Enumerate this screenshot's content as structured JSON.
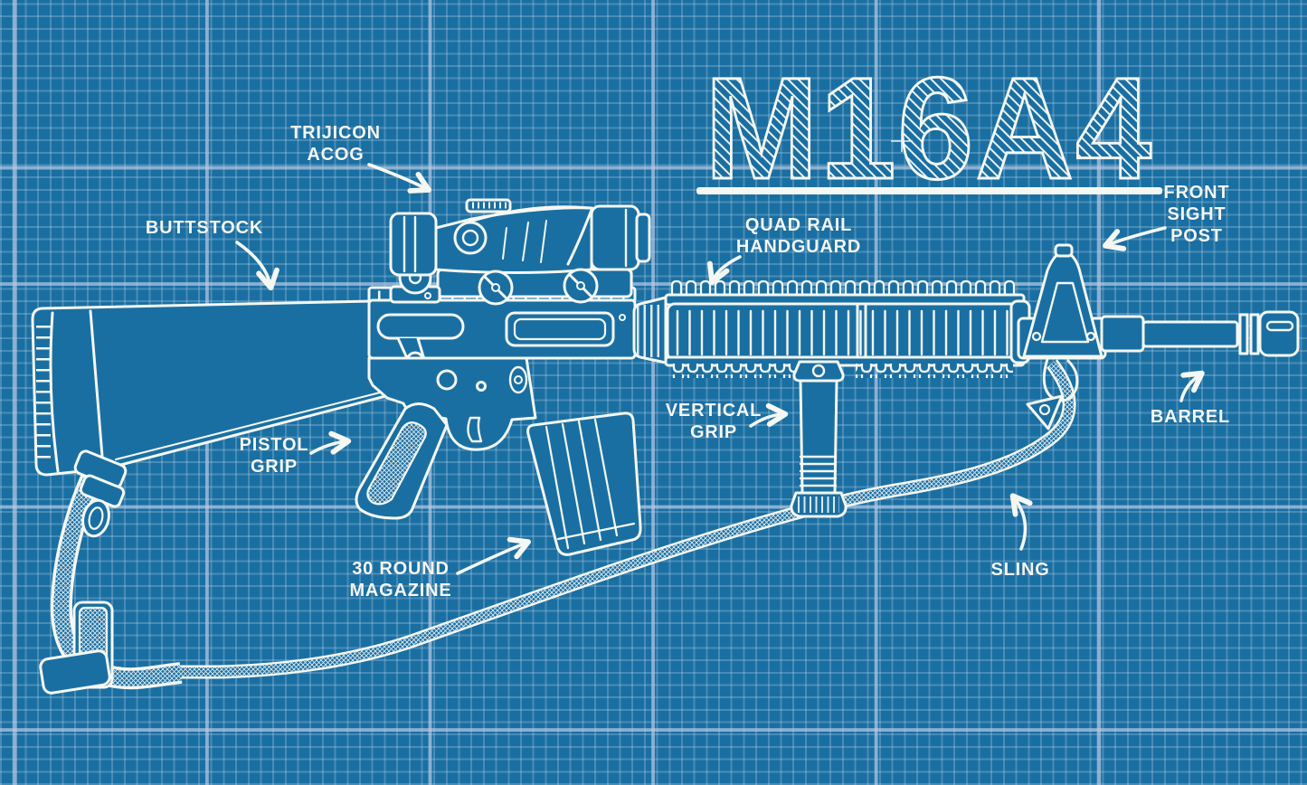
{
  "title": {
    "text": "M16A4"
  },
  "labels": {
    "trijicon_acog": {
      "text": "TRIJICON\nACOG"
    },
    "buttstock": {
      "text": "BUTTSTOCK"
    },
    "quad_rail_handguard": {
      "text": "QUAD RAIL\nHANDGUARD"
    },
    "front_sight_post": {
      "text": "FRONT SIGHT POST"
    },
    "pistol_grip": {
      "text": "PISTOL\nGRIP"
    },
    "vertical_grip": {
      "text": "VERTICAL\nGRIP"
    },
    "barrel": {
      "text": "BARREL"
    },
    "magazine": {
      "text": "30 ROUND\nMAGAZINE"
    },
    "sling": {
      "text": "SLING"
    }
  },
  "colors": {
    "background_blue": "#1a6fa2",
    "grid_minor": "rgba(205,222,240,0.26)",
    "grid_major": "rgba(186,202,230,0.70)",
    "ink_white": "#f4f7f2"
  },
  "diagram": {
    "subject": "M16A4 rifle blueprint diagram",
    "parts": [
      "TRIJICON ACOG",
      "BUTTSTOCK",
      "QUAD RAIL HANDGUARD",
      "FRONT SIGHT POST",
      "PISTOL GRIP",
      "VERTICAL GRIP",
      "BARREL",
      "30 ROUND MAGAZINE",
      "SLING"
    ]
  }
}
